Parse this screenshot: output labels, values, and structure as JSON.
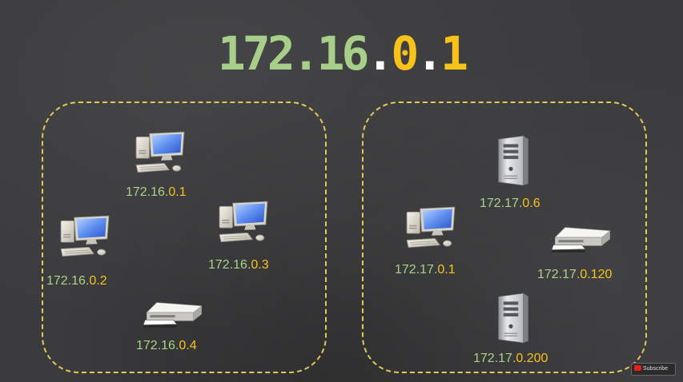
{
  "title": {
    "p1": "172.16",
    "p2": ".",
    "p3": "0",
    "p4": ".",
    "p5": "1"
  },
  "colors": {
    "network": "#a8cf8a",
    "host": "#f7c21a",
    "dot": "#ffffff",
    "zone_border": "#e3c957"
  },
  "left_network": {
    "devices": [
      {
        "type": "computer-icon",
        "net": "172.16.",
        "host": "0.1"
      },
      {
        "type": "computer-icon",
        "net": "172.16.",
        "host": "0.2"
      },
      {
        "type": "computer-icon",
        "net": "172.16.",
        "host": "0.3"
      },
      {
        "type": "printer-icon",
        "net": "172.16.",
        "host": "0.4"
      }
    ]
  },
  "right_network": {
    "devices": [
      {
        "type": "server-icon",
        "net": "172.17.",
        "host": "0.6"
      },
      {
        "type": "computer-icon",
        "net": "172.17.",
        "host": "0.1"
      },
      {
        "type": "printer-icon",
        "net": "172.17.",
        "host": "0.120"
      },
      {
        "type": "server-icon",
        "net": "172.17.",
        "host": "0.200"
      }
    ]
  },
  "subscribe": {
    "label": "Subscribe"
  }
}
